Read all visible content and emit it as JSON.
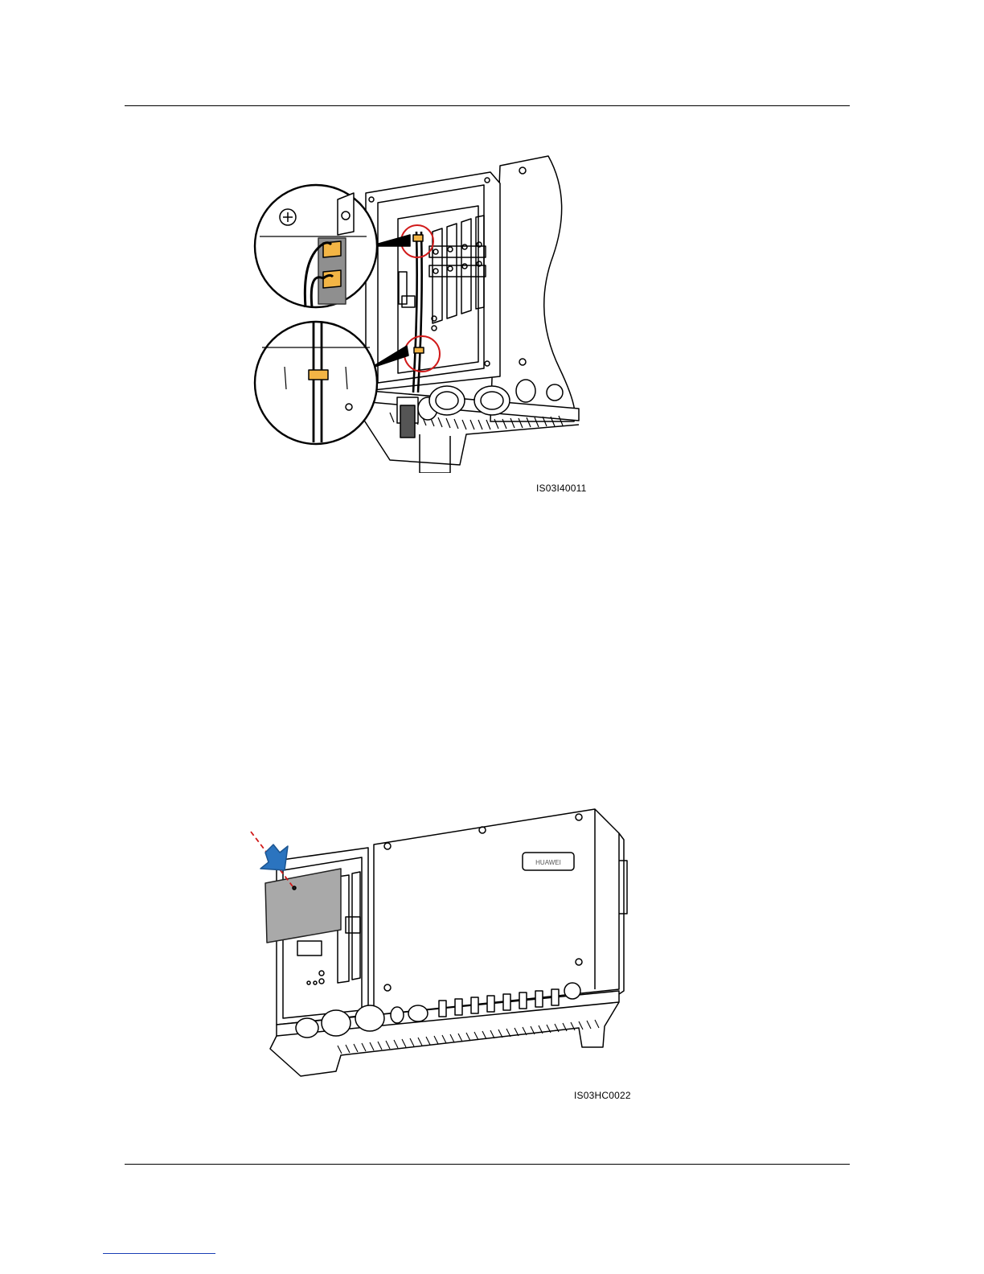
{
  "figures": [
    {
      "code": "IS03I40011",
      "kind": "line-drawing"
    },
    {
      "code": "IS03HC0022",
      "kind": "line-drawing"
    }
  ],
  "colors": {
    "callout_red": "#d11a1a",
    "tie_orange": "#f3b545",
    "arrow_blue": "#2b74bf",
    "cover_gray": "#a9a9a9"
  },
  "brand_logo": "HUAWEI"
}
